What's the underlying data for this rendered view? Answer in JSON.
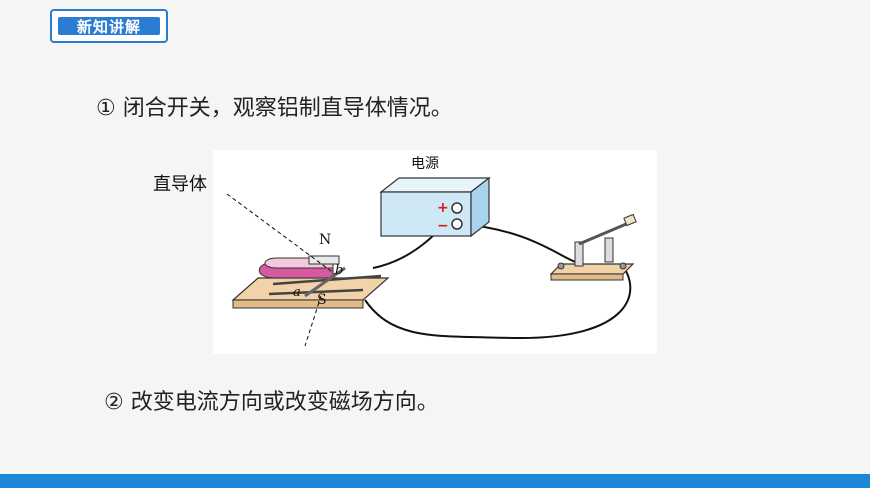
{
  "section_tag": "新知讲解",
  "step1": "① 闭合开关，观察铝制直导体情况。",
  "step2": "② 改变电流方向或改变磁场方向。",
  "figure": {
    "power_label": "电源",
    "conductor_label": "直导体",
    "pole_n": "N",
    "pole_s": "S",
    "point_a": "a",
    "point_b": "b",
    "plus": "+",
    "minus": "−"
  },
  "colors": {
    "accent": "#2b7cd3",
    "bottom_bar": "#1a88d6",
    "magnet": "#d75aa0",
    "power_box": "#cfe8f5",
    "base": "#f2d2a8"
  }
}
